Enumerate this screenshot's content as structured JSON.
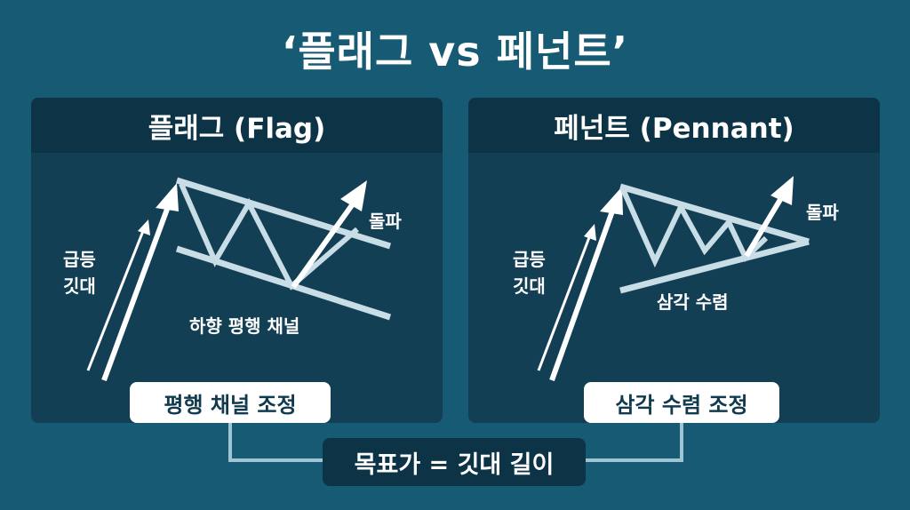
{
  "title": "‘플래그 vs 페넌트’",
  "colors": {
    "background": "#175a73",
    "panel": "#133f55",
    "panel_header": "#0d3446",
    "line": "#c8dde6",
    "text": "#ffffff",
    "pill_text": "#103a4e"
  },
  "panels": [
    {
      "title": "플래그 (Flag)",
      "pole_label": [
        "급등",
        "깃대"
      ],
      "breakout_label": "돌파",
      "shape_label": "하향 평행 채널",
      "summary": "평행 채널 조정"
    },
    {
      "title": "페넌트 (Pennant)",
      "pole_label": [
        "급등",
        "깃대"
      ],
      "breakout_label": "돌파",
      "shape_label": "삼각 수렴",
      "summary": "삼각 수렴 조정"
    }
  ],
  "target": "목표가 = 깃대 길이"
}
